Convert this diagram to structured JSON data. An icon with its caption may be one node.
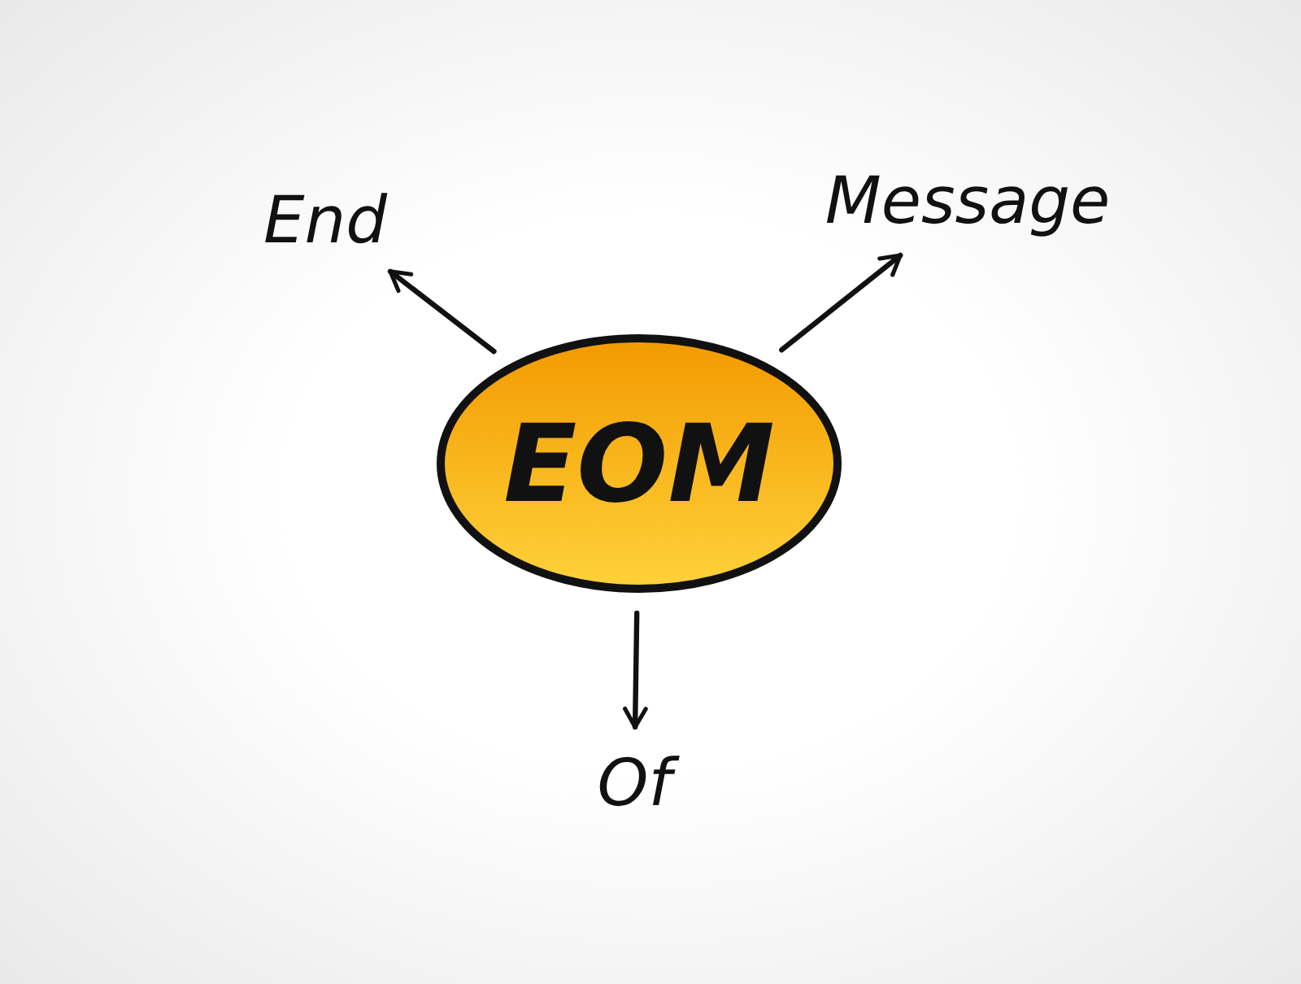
{
  "diagram": {
    "nodes": [
      {
        "text": [
          "EOM"
        ]
      },
      {
        "text": [
          "End"
        ]
      },
      {
        "text": [
          "Message"
        ]
      },
      {
        "text": [
          "Of"
        ]
      }
    ],
    "edges": [
      {
        "from": 0,
        "to": 1,
        "arrow": "to"
      },
      {
        "from": 0,
        "to": 2,
        "arrow": "to"
      },
      {
        "from": 0,
        "to": 3,
        "arrow": "to"
      }
    ]
  }
}
